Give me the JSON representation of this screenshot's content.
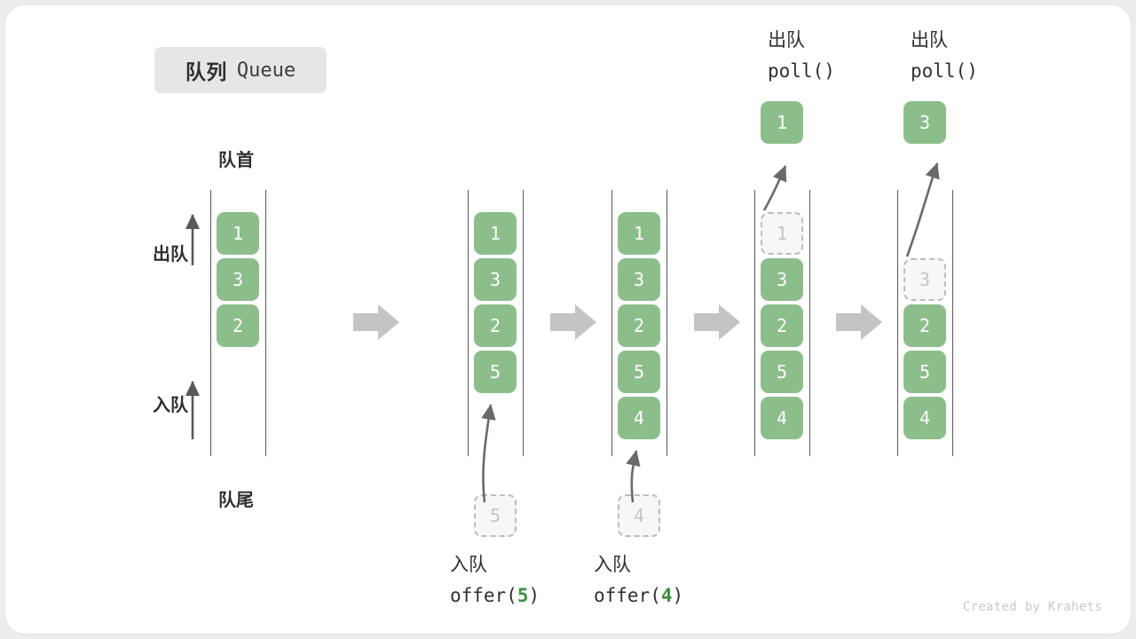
{
  "title": {
    "cn": "队列",
    "en": "Queue"
  },
  "labels": {
    "head": "队首",
    "tail": "队尾",
    "dequeue_side": "出队",
    "enqueue_side": "入队"
  },
  "credit": "Created by Krahets",
  "colors": {
    "cell_fill": "#8cbe8c",
    "cell_text": "#ffffff",
    "ghost_fill": "#f7f7f7",
    "ghost_border": "#bdbdbd",
    "ghost_text": "#c5c5c5",
    "rail": "#585858",
    "arrow": "#595959",
    "step_arrow": "#c4c4c4",
    "accent_green": "#3f9040",
    "badge_bg": "#e6e6e6",
    "text": "#2f2f2f",
    "credit": "#c9c9c9"
  },
  "columns": [
    {
      "id": "initial",
      "cells": [
        {
          "value": "1",
          "state": "filled"
        },
        {
          "value": "3",
          "state": "filled"
        },
        {
          "value": "2",
          "state": "filled"
        }
      ],
      "op_cn": "",
      "op_code": "",
      "op_arg": "",
      "ghost_below": "",
      "popped": ""
    },
    {
      "id": "offer-5",
      "cells": [
        {
          "value": "1",
          "state": "filled"
        },
        {
          "value": "3",
          "state": "filled"
        },
        {
          "value": "2",
          "state": "filled"
        },
        {
          "value": "5",
          "state": "filled"
        }
      ],
      "op_cn": "入队",
      "op_code_pre": "offer(",
      "op_arg": "5",
      "op_code_post": ")",
      "ghost_below": "5",
      "popped": ""
    },
    {
      "id": "offer-4",
      "cells": [
        {
          "value": "1",
          "state": "filled"
        },
        {
          "value": "3",
          "state": "filled"
        },
        {
          "value": "2",
          "state": "filled"
        },
        {
          "value": "5",
          "state": "filled"
        },
        {
          "value": "4",
          "state": "filled"
        }
      ],
      "op_cn": "入队",
      "op_code_pre": "offer(",
      "op_arg": "4",
      "op_code_post": ")",
      "ghost_below": "4",
      "popped": ""
    },
    {
      "id": "poll-1",
      "cells": [
        {
          "value": "1",
          "state": "ghost"
        },
        {
          "value": "3",
          "state": "filled"
        },
        {
          "value": "2",
          "state": "filled"
        },
        {
          "value": "5",
          "state": "filled"
        },
        {
          "value": "4",
          "state": "filled"
        }
      ],
      "op_cn": "出队",
      "op_code_pre": "poll(",
      "op_arg": "",
      "op_code_post": ")",
      "ghost_below": "",
      "popped": "1"
    },
    {
      "id": "poll-3",
      "cells": [
        {
          "value": "",
          "state": "empty"
        },
        {
          "value": "3",
          "state": "ghost"
        },
        {
          "value": "2",
          "state": "filled"
        },
        {
          "value": "5",
          "state": "filled"
        },
        {
          "value": "4",
          "state": "filled"
        }
      ],
      "op_cn": "出队",
      "op_code_pre": "poll(",
      "op_arg": "",
      "op_code_post": ")",
      "ghost_below": "",
      "popped": "3"
    }
  ],
  "step_arrows": 4
}
